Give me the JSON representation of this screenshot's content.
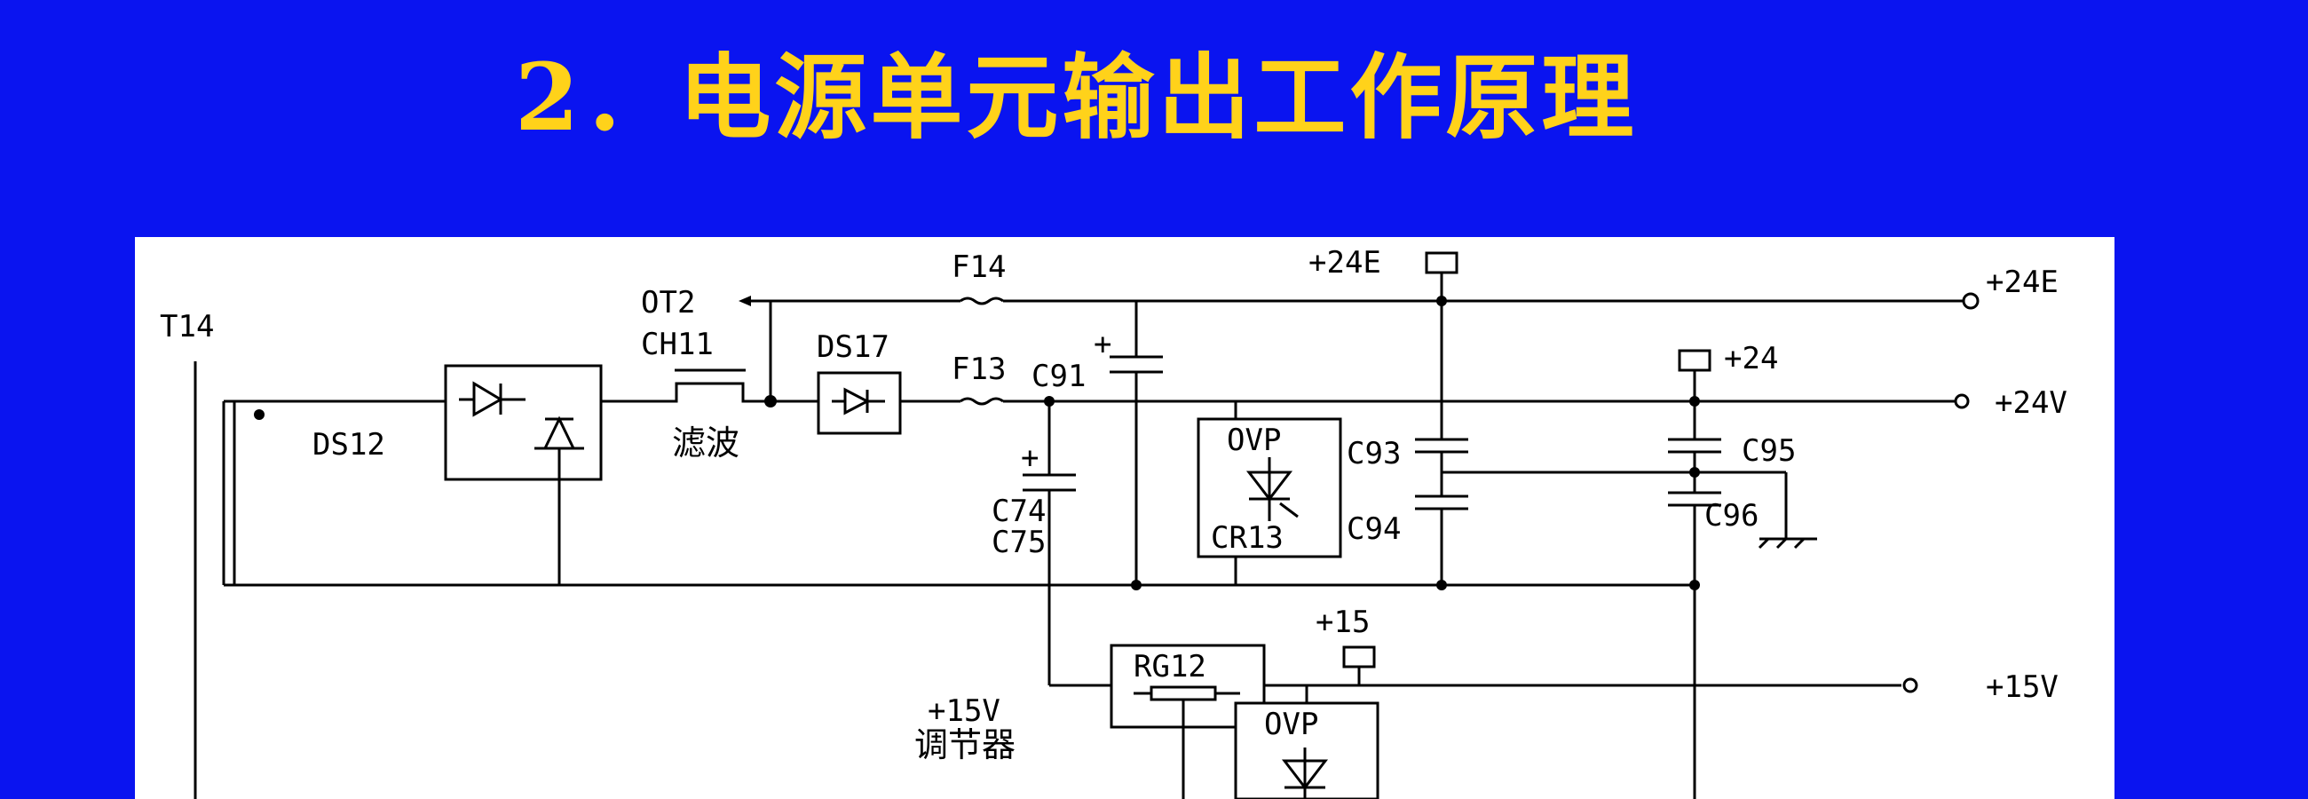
{
  "title": "2．电源单元输出工作原理",
  "colors": {
    "background": "#0a14f0",
    "title": "#ffd21a",
    "panel": "#ffffff",
    "ink": "#000000"
  },
  "diagram": {
    "transformer": "T14",
    "rectifier": "DS12",
    "thermal": "OT2",
    "choke": "CH11",
    "filter": "滤波",
    "diode": "DS17",
    "fuse_24e": "F14",
    "fuse_24": "F13",
    "cap_c91": "C91",
    "cap_c74": "C74",
    "cap_c75": "C75",
    "cap_c93": "C93",
    "cap_c94": "C94",
    "cap_c95": "C95",
    "cap_c96": "C96",
    "ovp1_top": "OVP",
    "ovp1_bottom": "CR13",
    "ovp2_top": "OVP",
    "regulator": "RG12",
    "reg_label_1": "+15V",
    "reg_label_2": "调节器",
    "tp_24e": "+24E",
    "tp_24": "+24",
    "tp_15": "+15",
    "out_24e": "+24E",
    "out_24v": "+24V",
    "out_15v": "+15V",
    "plus": "+"
  }
}
